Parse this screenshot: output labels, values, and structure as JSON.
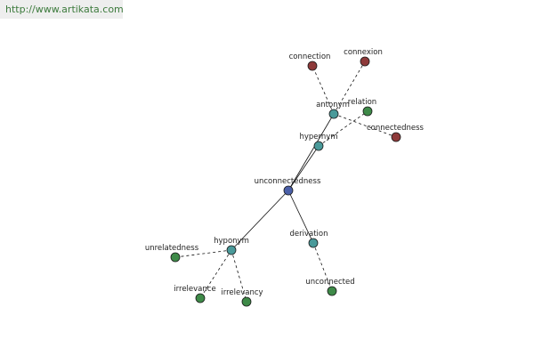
{
  "watermark": "http://www.artikata.com",
  "colors": {
    "center": "#4a5fa8",
    "relation": "#4a9a9a",
    "related": "#3e8a48",
    "antonym": "#8e3a3a",
    "edge": "#111111"
  },
  "nodes": [
    {
      "id": "unconnectedness",
      "label": "unconnectedness",
      "kind": "center"
    },
    {
      "id": "antonym",
      "label": "antonym",
      "kind": "relation"
    },
    {
      "id": "hypernym",
      "label": "hypernym",
      "kind": "relation"
    },
    {
      "id": "hyponym",
      "label": "hyponym",
      "kind": "relation"
    },
    {
      "id": "derivation",
      "label": "derivation",
      "kind": "relation"
    },
    {
      "id": "connection",
      "label": "connection",
      "kind": "antonym"
    },
    {
      "id": "connexion",
      "label": "connexion",
      "kind": "antonym"
    },
    {
      "id": "connectedness",
      "label": "connectedness",
      "kind": "antonym"
    },
    {
      "id": "relation",
      "label": "relation",
      "kind": "related"
    },
    {
      "id": "unrelatedness",
      "label": "unrelatedness",
      "kind": "related"
    },
    {
      "id": "irrelevance",
      "label": "irrelevance",
      "kind": "related"
    },
    {
      "id": "irrelevancy",
      "label": "irrelevancy",
      "kind": "related"
    },
    {
      "id": "unconnected",
      "label": "unconnected",
      "kind": "related"
    }
  ],
  "edges": [
    {
      "from": "unconnectedness",
      "to": "antonym",
      "style": "solid"
    },
    {
      "from": "unconnectedness",
      "to": "hypernym",
      "style": "solid"
    },
    {
      "from": "unconnectedness",
      "to": "hyponym",
      "style": "solid"
    },
    {
      "from": "unconnectedness",
      "to": "derivation",
      "style": "solid"
    },
    {
      "from": "antonym",
      "to": "connection",
      "style": "dashed"
    },
    {
      "from": "antonym",
      "to": "connexion",
      "style": "dashed"
    },
    {
      "from": "antonym",
      "to": "connectedness",
      "style": "dashed"
    },
    {
      "from": "hypernym",
      "to": "relation",
      "style": "dashed"
    },
    {
      "from": "hyponym",
      "to": "unrelatedness",
      "style": "dashed"
    },
    {
      "from": "hyponym",
      "to": "irrelevance",
      "style": "dashed"
    },
    {
      "from": "hyponym",
      "to": "irrelevancy",
      "style": "dashed"
    },
    {
      "from": "derivation",
      "to": "unconnected",
      "style": "dashed"
    }
  ]
}
